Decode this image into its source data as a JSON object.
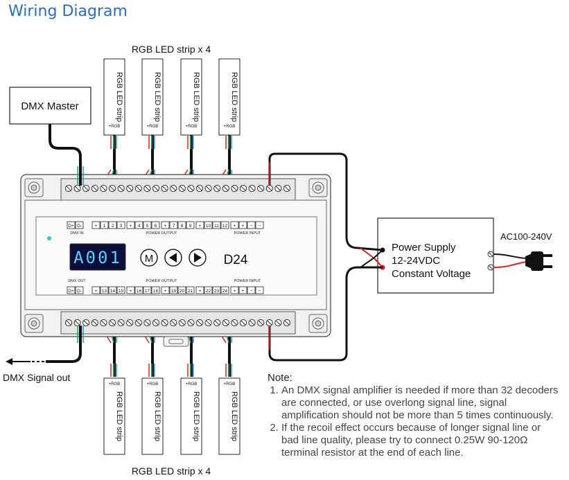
{
  "title": "Wiring Diagram",
  "top_group_label": "RGB LED strip x 4",
  "bottom_group_label": "RGB LED strip x 4",
  "strip_label": "RGB LED strip",
  "strip_pins": "+RGB",
  "dmx_master": "DMX Master",
  "dmx_signal_out": "DMX Signal out",
  "power_supply": {
    "line1": "Power Supply",
    "line2": "12-24VDC",
    "line3": "Constant Voltage"
  },
  "ac_label": "AC100-240V",
  "device": {
    "display": "A001",
    "model": "D24",
    "btn_m": "M",
    "top_row": {
      "dmx_pins": [
        "D+",
        "D-"
      ],
      "dmx_label": "DMX IN",
      "groups": [
        [
          "1",
          "2",
          "3"
        ],
        [
          "4",
          "5",
          "6"
        ],
        [
          "7",
          "8",
          "9"
        ],
        [
          "10",
          "11",
          "12"
        ]
      ],
      "power_output_label": "POWER OUTPUT",
      "power_input_label": "POWER INPUT"
    },
    "bottom_row": {
      "dmx_pins": [
        "D+",
        "D-"
      ],
      "dmx_label": "DMX OUT",
      "groups": [
        [
          "13",
          "14",
          "15"
        ],
        [
          "16",
          "17",
          "18"
        ],
        [
          "19",
          "20",
          "21"
        ],
        [
          "22",
          "23",
          "24"
        ]
      ],
      "power_output_label": "POWER OUTPUT",
      "power_input_label": "POWER INPUT"
    }
  },
  "note": {
    "heading": "Note:",
    "items": [
      "An DMX signal amplifier is needed if more than 32 decoders are connected, or use overlong signal line, signal amplification should not be more than 5 times continuously.",
      "If the recoil effect occurs because of longer signal line or bad line quality, please try to connect 0.25W 90-120Ω terminal resistor at the end of each line."
    ]
  },
  "colors": {
    "title": "#2a6fb5",
    "display_bg": "#0b0f3a",
    "display_text": "#5ad0ff",
    "wire_black": "#111111",
    "wire_red": "#e02020",
    "wire_green": "#22aa55",
    "wire_blue": "#2a8fd8"
  }
}
